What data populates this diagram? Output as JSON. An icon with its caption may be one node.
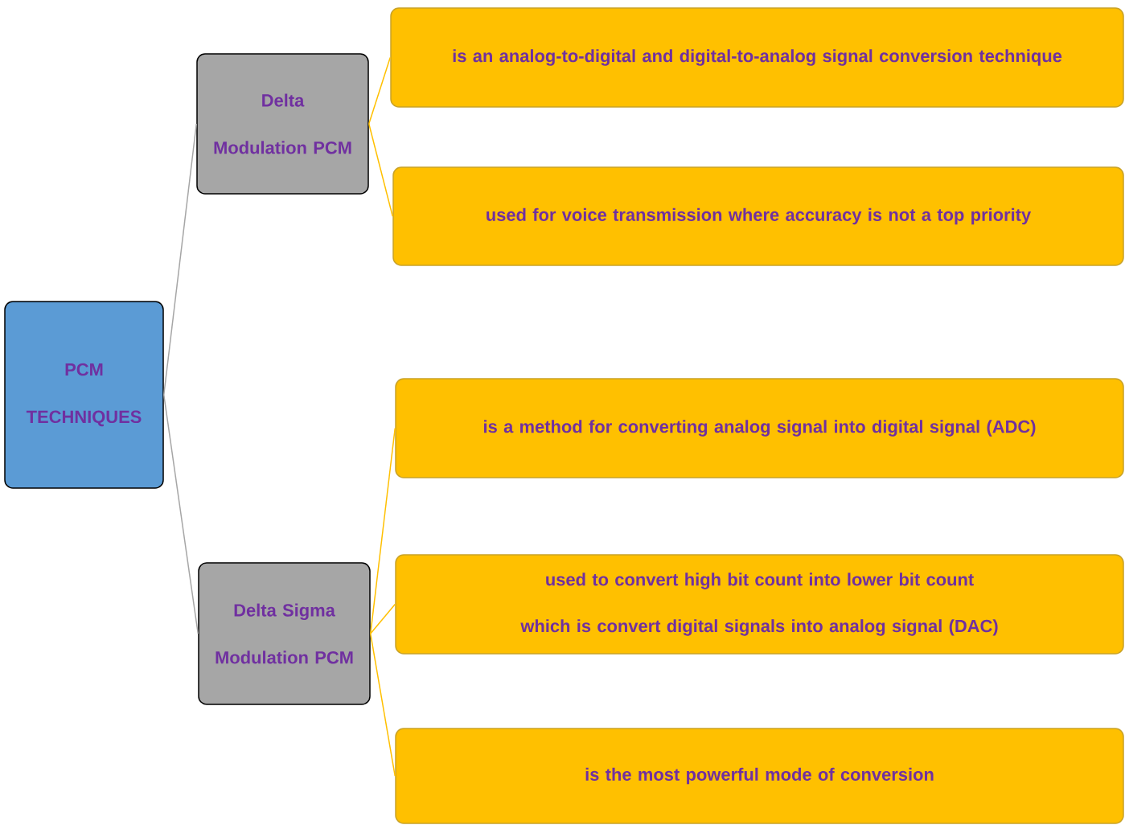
{
  "diagram": {
    "nodes": [
      {
        "text": [
          "PCM TECHNIQUES"
        ]
      },
      {
        "text": [
          "Delta Modulation PCM"
        ]
      },
      {
        "text": [
          "Delta Sigma Modulation PCM"
        ]
      },
      {
        "text": [
          "is an analog-to-digital and digital-to-analog signal conversion technique"
        ]
      },
      {
        "text": [
          "used for voice transmission where accuracy is not a top priority"
        ]
      },
      {
        "text": [
          "is a method for converting analog signal into digital signal (ADC)"
        ]
      },
      {
        "text": [
          "used to convert high bit count into lower bit count which is convert digital signals into analog signal (DAC)"
        ]
      },
      {
        "text": [
          "is the most powerful mode of conversion"
        ]
      }
    ],
    "edges": [
      {
        "from": 0,
        "to": 1,
        "arrow": "none",
        "color": "#a6a6a6"
      },
      {
        "from": 0,
        "to": 2,
        "arrow": "none",
        "color": "#a6a6a6"
      },
      {
        "from": 1,
        "to": 3,
        "arrow": "none"
      },
      {
        "from": 1,
        "to": 4,
        "arrow": "none"
      },
      {
        "from": 2,
        "to": 5,
        "arrow": "none"
      },
      {
        "from": 2,
        "to": 6,
        "arrow": "none"
      },
      {
        "from": 2,
        "to": 7,
        "arrow": "none"
      }
    ]
  }
}
